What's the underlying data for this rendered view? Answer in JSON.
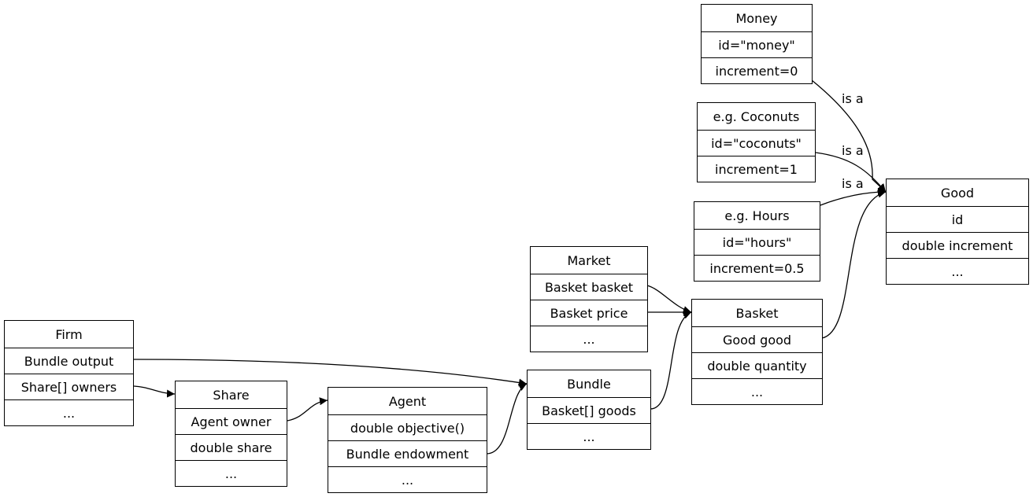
{
  "nodes": {
    "money": {
      "title": "Money",
      "fields": [
        "id=\"money\"",
        "increment=0"
      ]
    },
    "coconuts": {
      "title": "e.g. Coconuts",
      "fields": [
        "id=\"coconuts\"",
        "increment=1"
      ]
    },
    "hours": {
      "title": "e.g. Hours",
      "fields": [
        "id=\"hours\"",
        "increment=0.5"
      ]
    },
    "good": {
      "title": "Good",
      "fields": [
        "id",
        "double increment",
        "..."
      ]
    },
    "market": {
      "title": "Market",
      "fields": [
        "Basket basket",
        "Basket price",
        "..."
      ]
    },
    "basket": {
      "title": "Basket",
      "fields": [
        "Good good",
        "double quantity",
        "..."
      ]
    },
    "firm": {
      "title": "Firm",
      "fields": [
        "Bundle output",
        "Share[] owners",
        "..."
      ]
    },
    "share": {
      "title": "Share",
      "fields": [
        "Agent owner",
        "double share",
        "..."
      ]
    },
    "agent": {
      "title": "Agent",
      "fields": [
        "double objective()",
        "Bundle endowment",
        "..."
      ]
    },
    "bundle": {
      "title": "Bundle",
      "fields": [
        "Basket[] goods",
        "..."
      ]
    }
  },
  "edges": {
    "money_good": {
      "label": "is a"
    },
    "coconuts_good": {
      "label": "is a"
    },
    "hours_good": {
      "label": "is a"
    }
  }
}
